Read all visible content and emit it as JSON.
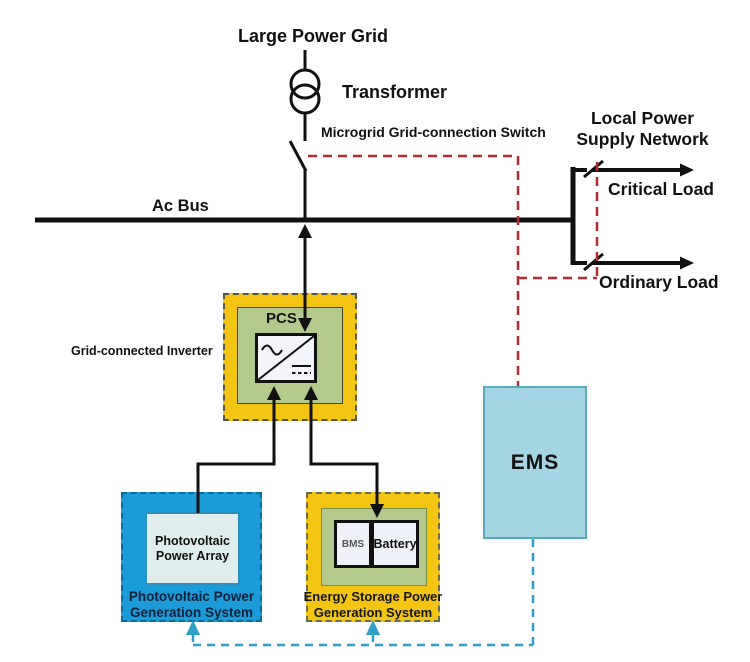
{
  "labels": {
    "large_power_grid": "Large Power Grid",
    "transformer": "Transformer",
    "microgrid_switch": "Microgrid Grid-connection Switch",
    "local_power_line1": "Local Power",
    "local_power_line2": "Supply Network",
    "critical_load": "Critical Load",
    "ordinary_load": "Ordinary Load",
    "ac_bus": "Ac Bus",
    "grid_connected_inverter": "Grid-connected Inverter",
    "pcs": "PCS",
    "ems": "EMS",
    "bms": "BMS",
    "battery": "Battery",
    "pv_array_line1": "Photovoltaic",
    "pv_array_line2": "Power Array",
    "pv_system_line1": "Photovoltaic Power",
    "pv_system_line2": "Generation System",
    "ess_line1": "Energy Storage Power",
    "ess_line2": "Generation System"
  },
  "icons": {
    "transformer_icon": "two-overlapping-circles",
    "grid_switch_icon": "open-blade-switch",
    "load_switch_icon": "open-blade-switch",
    "inverter_icon": "ac-dc-converter-sine-over-dc"
  },
  "colors": {
    "yellow": "#F5C513",
    "green": "#B4C98C",
    "blue_box": "#1B9BD8",
    "pv_inner": "#DFEEEC",
    "ems_fill": "#A5D4E2",
    "ems_border": "#58AABE",
    "red_dash": "#B52B32",
    "blue_dash": "#2D9FC8",
    "line_black": "#111111"
  }
}
